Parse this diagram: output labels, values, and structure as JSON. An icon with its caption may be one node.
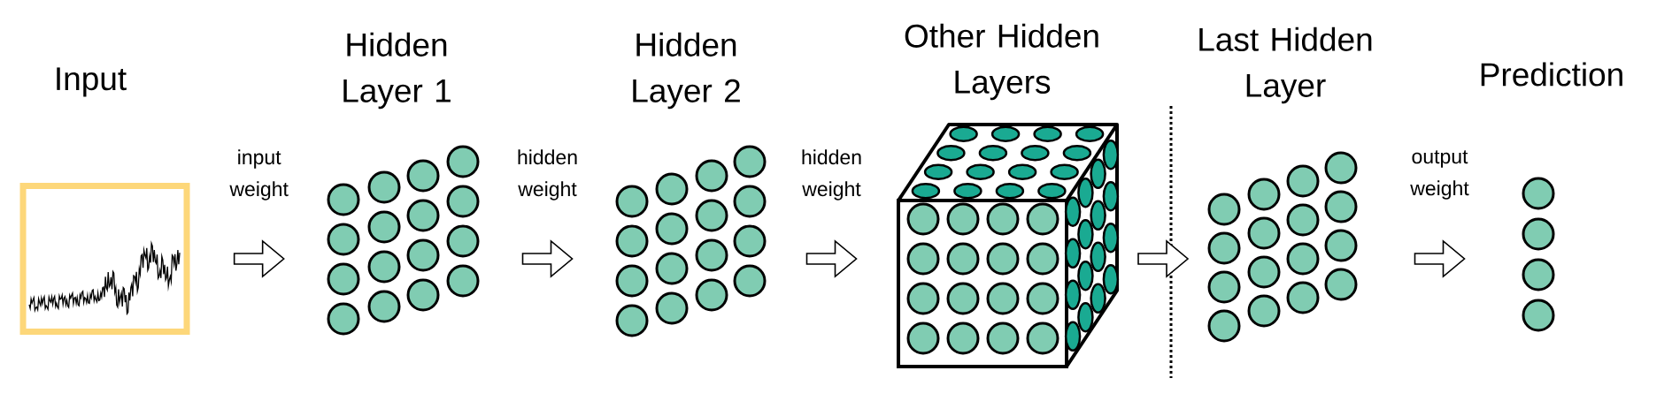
{
  "diagram": {
    "nodes": [
      {
        "text": [
          "Input"
        ]
      },
      {
        "text": [
          "Hidden Layer 1"
        ]
      },
      {
        "text": [
          "Hidden Layer 2"
        ]
      },
      {
        "text": [
          "Other Hidden Layers"
        ]
      },
      {
        "text": [
          "Last Hidden Layer"
        ]
      },
      {
        "text": [
          "Prediction"
        ]
      }
    ],
    "edges": [
      {
        "from": 0,
        "to": 1,
        "arrow": "to",
        "label": "input weight"
      },
      {
        "from": 1,
        "to": 2,
        "arrow": "to",
        "label": "hidden weight"
      },
      {
        "from": 2,
        "to": 3,
        "arrow": "to",
        "label": "hidden weight"
      },
      {
        "from": 3,
        "to": 4,
        "arrow": "to"
      },
      {
        "from": 4,
        "to": 5,
        "arrow": "to",
        "label": "output weight"
      }
    ]
  }
}
